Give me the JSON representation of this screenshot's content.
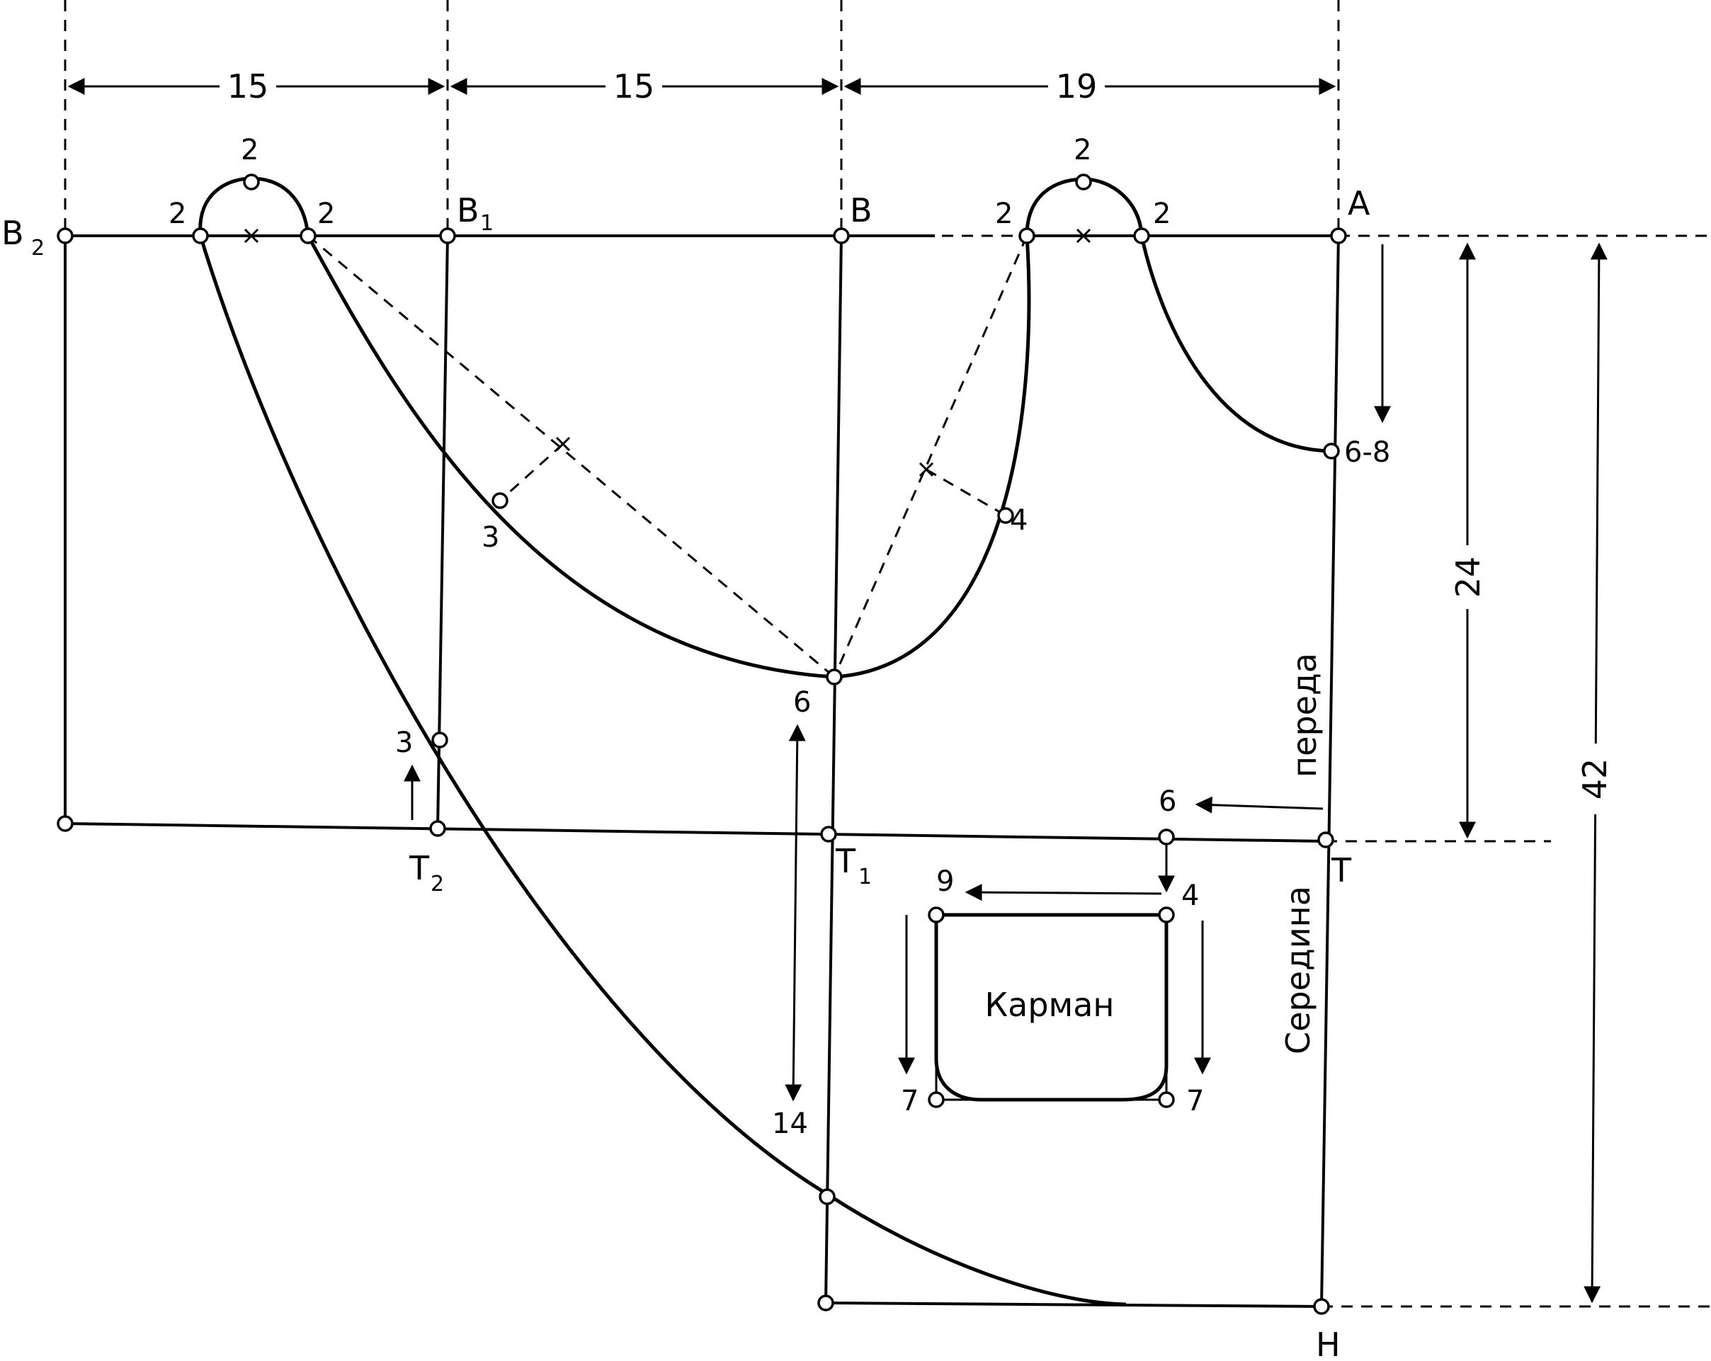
{
  "dimensions": {
    "top_1": "15",
    "top_2": "15",
    "top_3": "19",
    "height_armhole": "24",
    "height_total": "42",
    "neck_drop": "6-8",
    "t1_up": "6",
    "t1_down": "14",
    "t2_up": "3",
    "pocket_in": "6",
    "pocket_top": "9",
    "pocket_top_drop": "4",
    "pocket_side_left": "7",
    "pocket_side_right": "7"
  },
  "points": {
    "A": "A",
    "B": "B",
    "B1": "B",
    "B1_sub": "1",
    "B2": "B",
    "B2_sub": "2",
    "T": "T",
    "T1": "T",
    "T1_sub": "1",
    "T2": "T",
    "T2_sub": "2",
    "H": "H"
  },
  "marks": {
    "left_bump_top": "2",
    "left_bump_l": "2",
    "left_bump_r": "2",
    "right_bump_top": "2",
    "right_bump_l": "2",
    "right_bump_r": "2",
    "left_curve_off": "3",
    "right_curve_off": "4"
  },
  "texts": {
    "pocket": "Карман",
    "center_front_1": "Середина",
    "center_front_2": "переда"
  }
}
